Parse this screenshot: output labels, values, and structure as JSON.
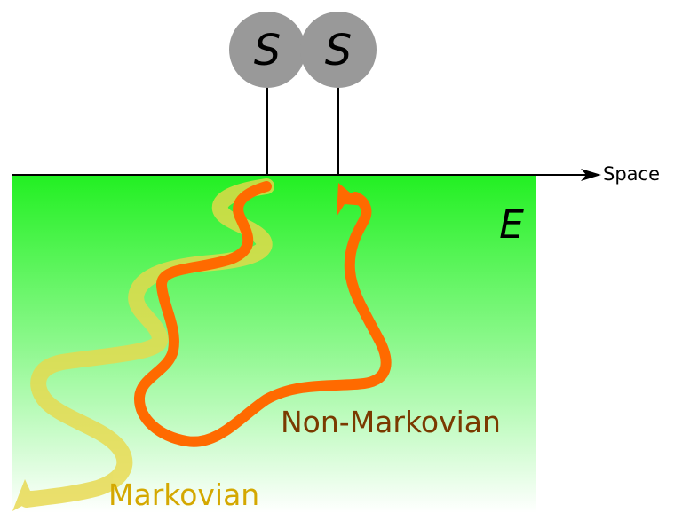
{
  "systems": [
    {
      "label": "S"
    },
    {
      "label": "S"
    }
  ],
  "axis": {
    "label": "Space"
  },
  "environment": {
    "label": "E"
  },
  "paths": {
    "markovian": {
      "label": "Markovian"
    },
    "non_markovian": {
      "label": "Non-Markovian"
    }
  },
  "colors": {
    "system_fill": "#999999",
    "environment_top": "#22ee22",
    "environment_bottom": "#ffffff",
    "markovian": "#e8d84a",
    "non_markovian": "#ff6a00",
    "non_markovian_text": "#7a3a00",
    "markovian_text": "#d4a800"
  }
}
